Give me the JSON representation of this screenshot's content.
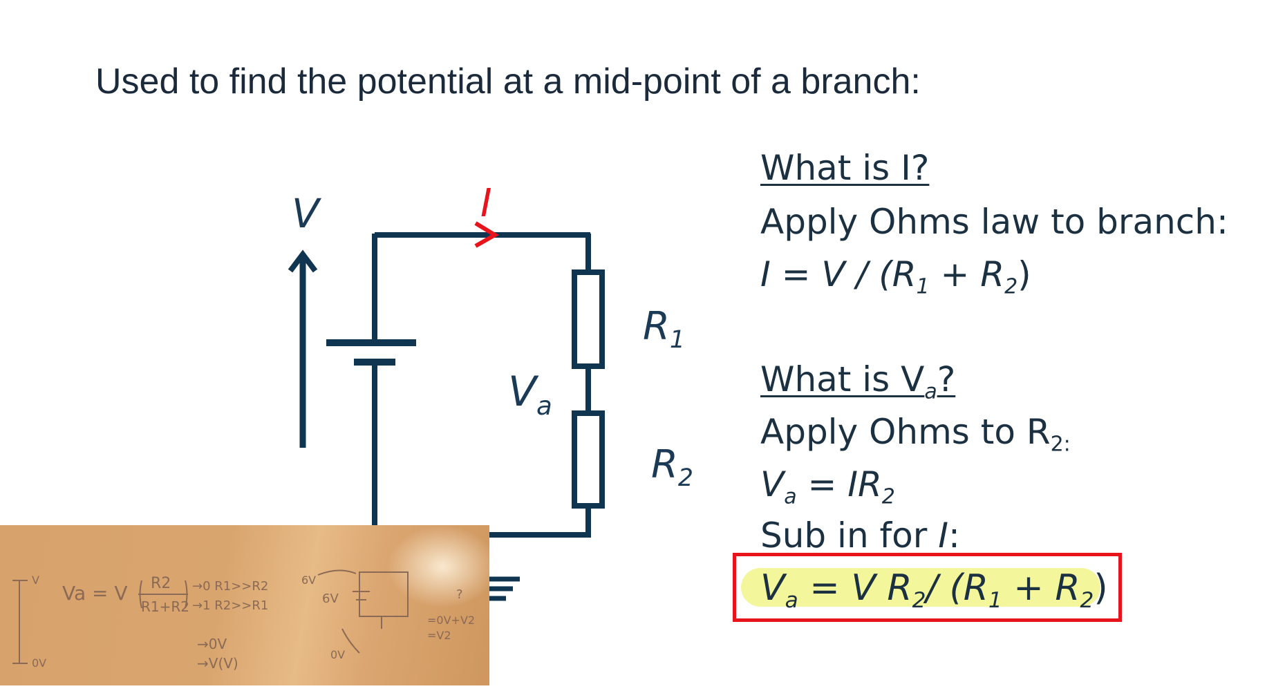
{
  "title": "Used to find the potential at a mid-point of a branch:",
  "circuit": {
    "source_label": "V",
    "current_label": "I",
    "node_label_main": "V",
    "node_label_sub": "a",
    "r1_main": "R",
    "r1_sub": "1",
    "r2_main": "R",
    "r2_sub": "2"
  },
  "right": {
    "q1": "What is I?",
    "l1": "Apply Ohms law to branch:",
    "eq1": {
      "lhs": "I",
      "eq": " = V / (R",
      "s1": "1",
      "plus": " + R",
      "s2": "2",
      "close": ")"
    },
    "q2_main": "What is V",
    "q2_sub": "a",
    "q2_end": "?",
    "l2_main": "Apply Ohms to R",
    "l2_sub": "2:",
    "eq2": {
      "lhs": "V",
      "lsub": "a",
      "mid": " = IR",
      "rsub": "2"
    },
    "l3_main": "Sub in for ",
    "l3_it": "I",
    "l3_end": ":",
    "final": {
      "v": "V",
      "vsub": "a",
      "mid": " = V R",
      "s2": "2",
      "slash": "/ (R",
      "s1": "1",
      "plus": " + R",
      "s3": "2",
      "close": ")"
    }
  },
  "whiteboard": {
    "eq_left": "Va = V",
    "frac_num": "R2",
    "frac_den": "R1+R2",
    "arrow1": "→0  R1>>R2",
    "arrow2": "→1  R2>>R1",
    "arrow3": "→0V",
    "arrow4": "→V(V)",
    "v_top": "V",
    "ov": "0V",
    "six_v_a": "6V",
    "six_v_b": "6V",
    "ov2": "0V",
    "q": "?",
    "eq_r1": "=0V+V2",
    "eq_r2": "=V2"
  },
  "colors": {
    "wire": "#0f3550",
    "red": "#e8141c",
    "highlight": "#f2f58a",
    "board": "#d9a56f"
  }
}
